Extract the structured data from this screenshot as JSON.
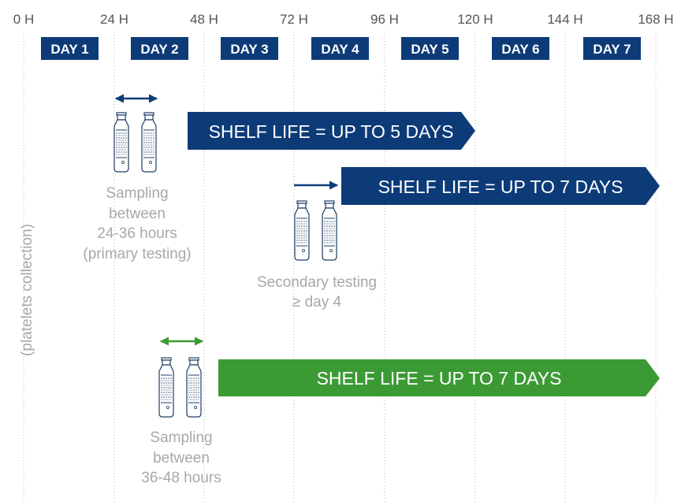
{
  "hour_labels": [
    "0 H",
    "24 H",
    "48 H",
    "72 H",
    "96 H",
    "120 H",
    "144 H",
    "168 H"
  ],
  "day_labels": [
    "DAY 1",
    "DAY 2",
    "DAY 3",
    "DAY 4",
    "DAY 5",
    "DAY 6",
    "DAY 7"
  ],
  "vertical_label": "(platelets collection)",
  "colors": {
    "navy": "#0d3b78",
    "green": "#3c9a35",
    "grid": "#b5b5b5",
    "caption": "#a8a8a8"
  },
  "rows": [
    {
      "shelf_label": "SHELF LIFE = UP TO 5 DAYS",
      "color": "navy",
      "caption": [
        "Sampling",
        "between",
        "24-36 hours",
        "(primary testing)"
      ]
    },
    {
      "shelf_label": "SHELF LIFE = UP TO 7 DAYS",
      "color": "navy",
      "caption": [
        "Secondary testing",
        "≥ day 4"
      ]
    },
    {
      "shelf_label": "SHELF LIFE = UP TO 7 DAYS",
      "color": "green",
      "caption": [
        "Sampling",
        "between",
        "36-48 hours"
      ]
    }
  ]
}
